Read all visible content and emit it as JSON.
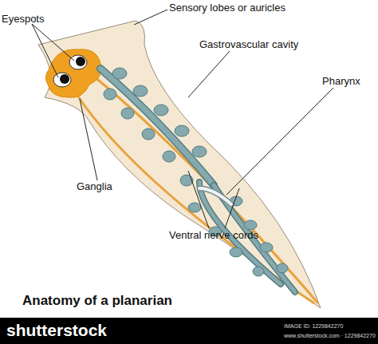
{
  "diagram": {
    "title": "Anatomy of a planarian",
    "labels": [
      "Sensory lobes or auricles",
      "Eyespots",
      "Gastrovascular cavity",
      "Pharynx",
      "Ganglia",
      "Ventral nerve cords",
      "shutterstock",
      "IMAGE ID: 1229842270",
      "www.shutterstock.com · 1229842270"
    ]
  }
}
